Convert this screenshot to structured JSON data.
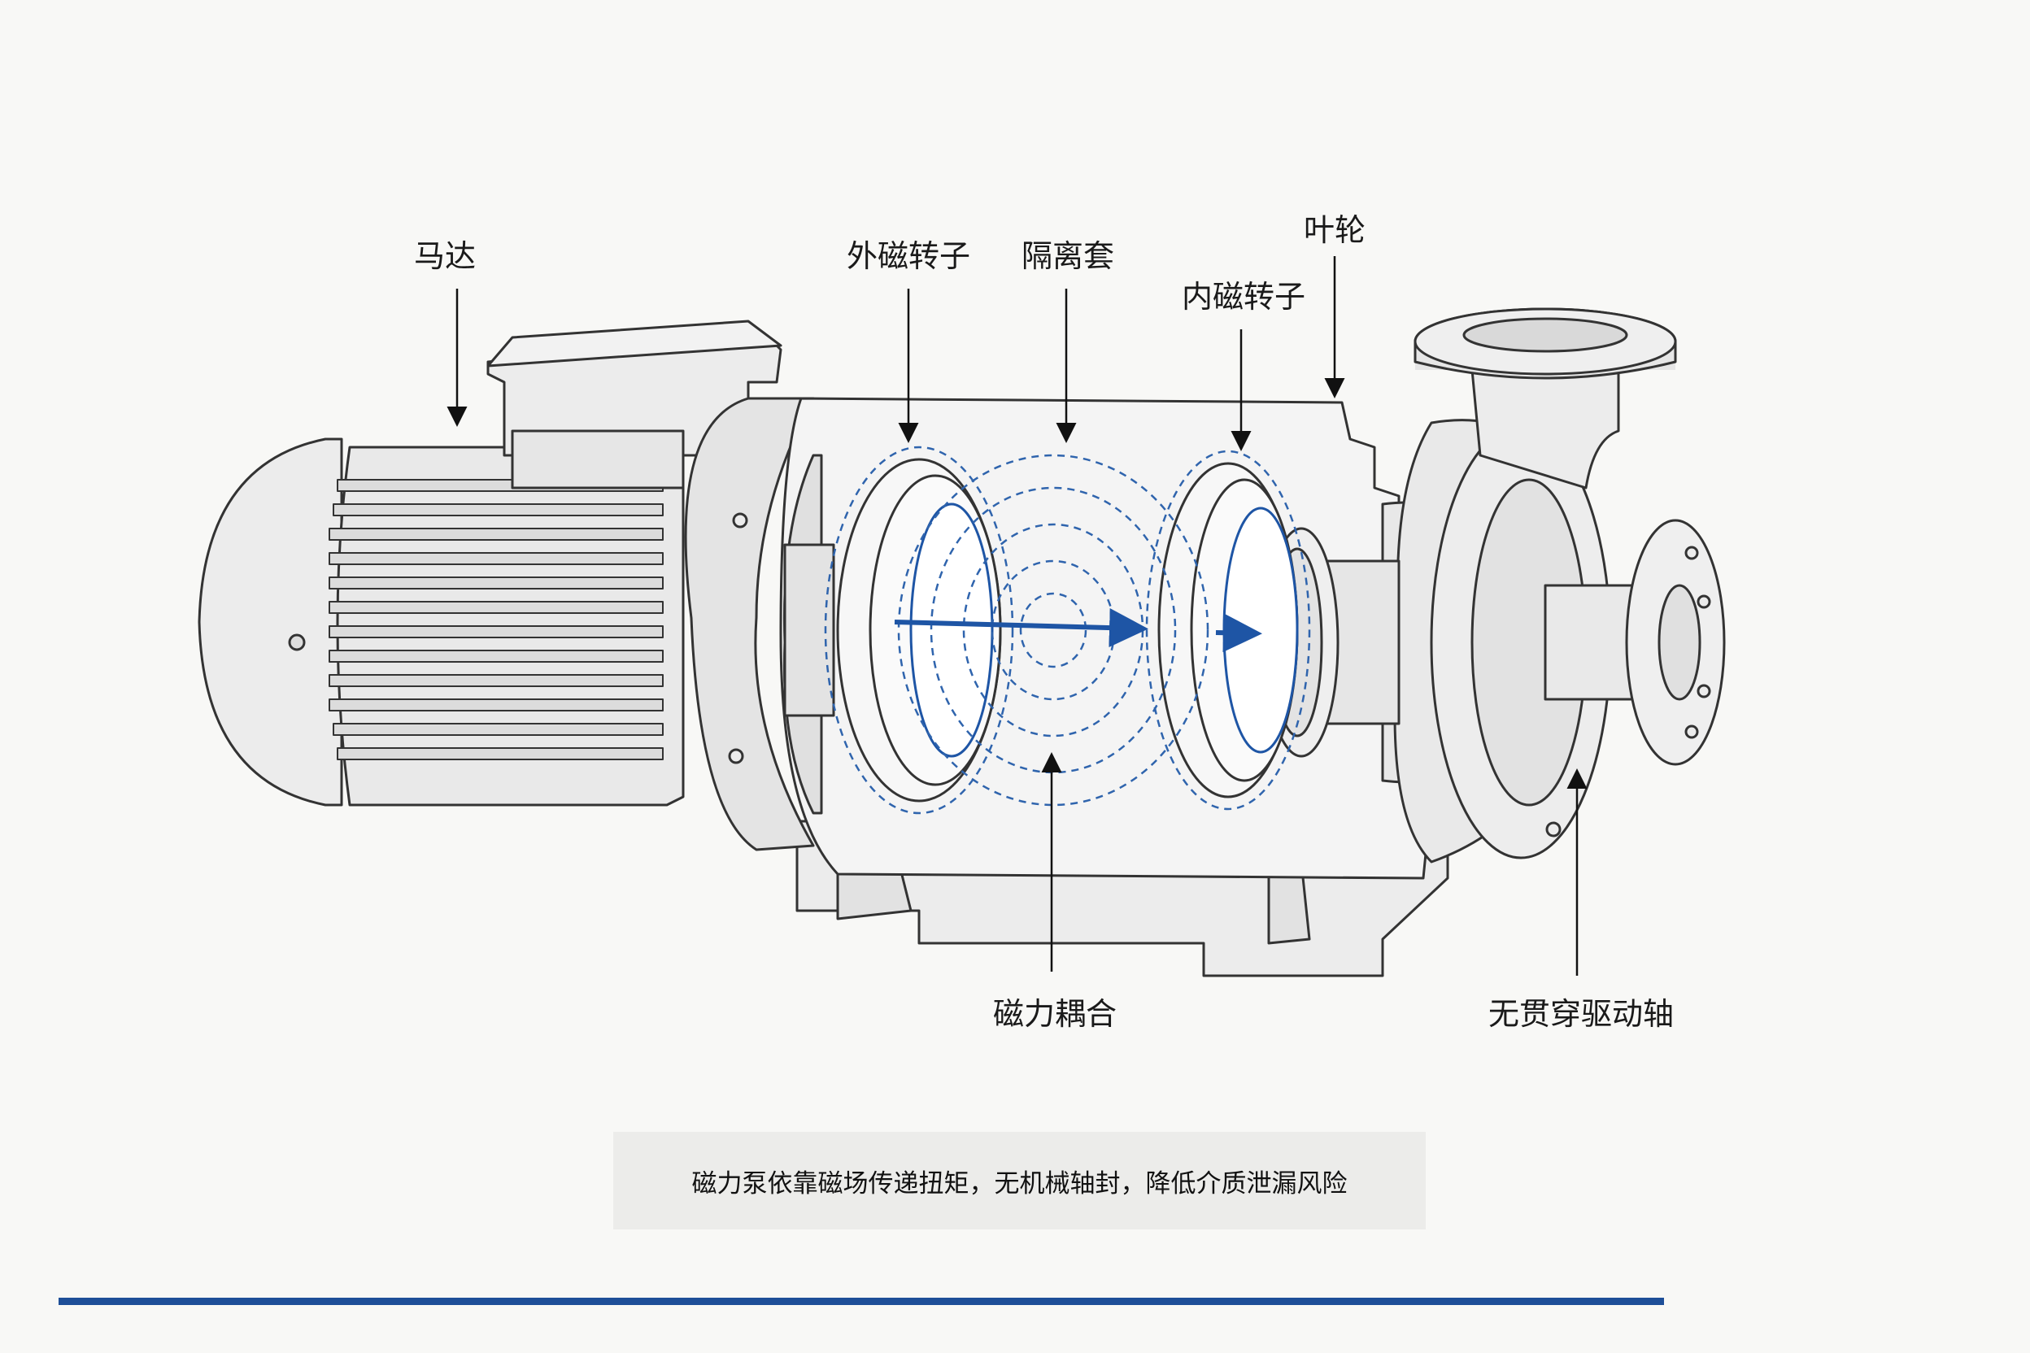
{
  "labels": {
    "motor": "马达",
    "outer_rotor": "外磁转子",
    "isolation_sleeve": "隔离套",
    "impeller": "叶轮",
    "inner_rotor": "内磁转子",
    "magnetic_coupling": "磁力耦合",
    "shaftless_drive": "无贯穿驱动轴"
  },
  "caption": "磁力泵依靠磁场传递扭矩，无机械轴封，降低介质泄漏风险",
  "colors": {
    "accent": "#1e4f98",
    "field_lines": "#2f64ad",
    "outline": "#333333",
    "body_fill": "#ebebeb"
  }
}
